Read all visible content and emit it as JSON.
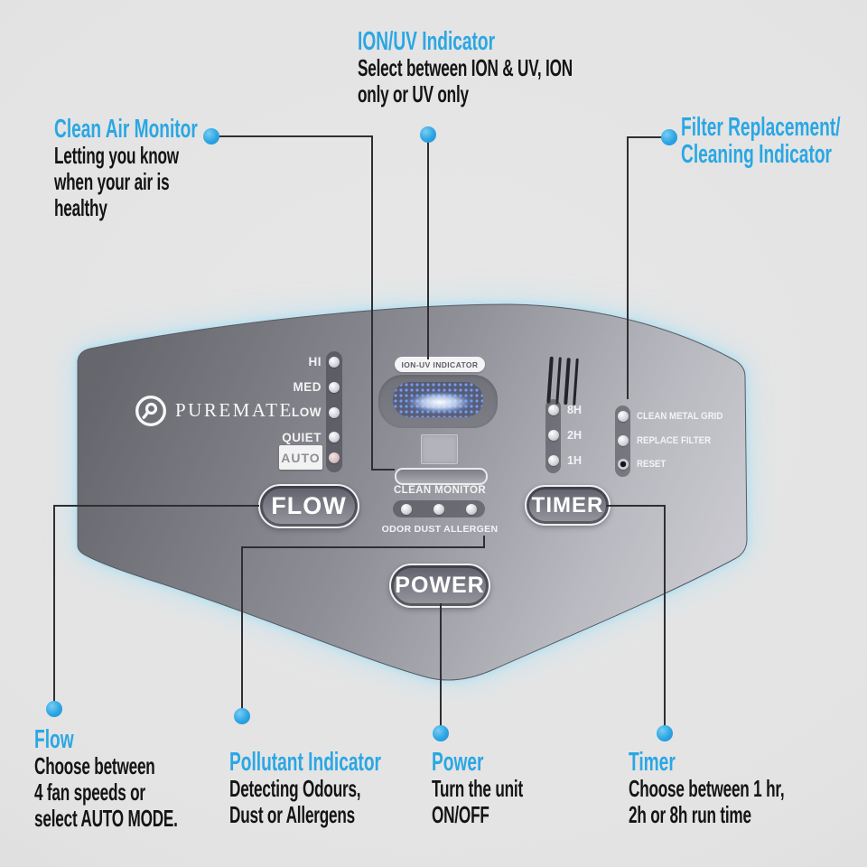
{
  "colors": {
    "background": "#e3e3e3",
    "accent_blue": "#2aa7e4",
    "callout_line": "#2f2f33",
    "panel_dark": "#68686f",
    "panel_light": "#ccccd2",
    "glow_blue": "#b9e4f4"
  },
  "icons": {
    "logo_icon": "puremate-drop-icon"
  },
  "callouts": {
    "clean_air": {
      "title": "Clean Air Monitor",
      "lines": [
        "Letting you know",
        "when your air is",
        "healthy"
      ]
    },
    "ion_uv": {
      "title": "ION/UV Indicator",
      "lines": [
        "Select between ION & UV, ION",
        "only or UV only"
      ]
    },
    "filter": {
      "title_line1": "Filter Replacement/",
      "title_line2": "Cleaning Indicator"
    },
    "flow": {
      "title": "Flow",
      "lines": [
        "Choose between",
        "4 fan speeds or",
        "select AUTO MODE."
      ]
    },
    "pollutant": {
      "title": "Pollutant Indicator",
      "lines": [
        "Detecting Odours,",
        "Dust or Allergens"
      ]
    },
    "power": {
      "title": "Power",
      "lines": [
        "Turn the unit",
        "ON/OFF"
      ]
    },
    "timer": {
      "title": "Timer",
      "lines": [
        "Choose between 1 hr,",
        "2h or 8h run time"
      ]
    }
  },
  "panel": {
    "brand": "PUREMATE",
    "fan_speeds": [
      "HI",
      "MED",
      "LOW",
      "QUIET"
    ],
    "auto_label": "AUTO",
    "ion_uv_label": "ION-UV INDICATOR",
    "clean_monitor_label": "CLEAN MONITOR",
    "pollutants_label": "ODOR  DUST  ALLERGEN",
    "timer_options": [
      "8H",
      "2H",
      "1H"
    ],
    "maintenance": [
      "CLEAN METAL GRID",
      "REPLACE FILTER",
      "RESET"
    ],
    "buttons": {
      "flow": "FLOW",
      "timer": "TIMER",
      "power": "POWER"
    }
  }
}
